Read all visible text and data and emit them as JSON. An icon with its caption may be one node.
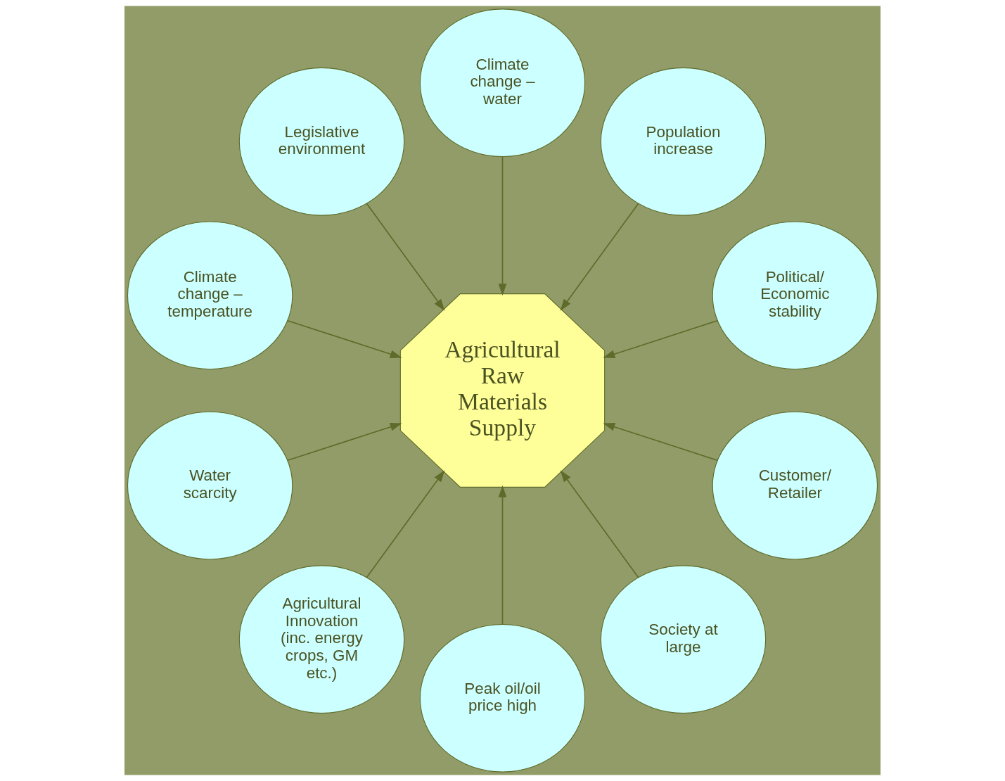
{
  "diagram": {
    "nodes": [
      {
        "text": [
          "Agricultural Raw Materials Supply"
        ]
      },
      {
        "text": [
          "Political/ Economic stability"
        ]
      },
      {
        "text": [
          "Population increase"
        ]
      },
      {
        "text": [
          "Climate change – water"
        ]
      },
      {
        "text": [
          "Legislative environment"
        ]
      },
      {
        "text": [
          "Climate change – temperature"
        ]
      },
      {
        "text": [
          "Water scarcity"
        ]
      },
      {
        "text": [
          "Agricultural Innovation (inc. energy crops, GM etc.)"
        ]
      },
      {
        "text": [
          "Peak oil/oil price high"
        ]
      },
      {
        "text": [
          "Society at large"
        ]
      },
      {
        "text": [
          "Customer/ Retailer"
        ]
      }
    ],
    "edges": [
      {
        "from": 1,
        "to": 0,
        "arrow": "to"
      },
      {
        "from": 2,
        "to": 0,
        "arrow": "to"
      },
      {
        "from": 3,
        "to": 0,
        "arrow": "to"
      },
      {
        "from": 5,
        "to": 0,
        "arrow": "to"
      },
      {
        "from": 4,
        "to": 0,
        "arrow": "to"
      },
      {
        "from": 6,
        "to": 0,
        "arrow": "to"
      },
      {
        "from": 7,
        "to": 0,
        "arrow": "to"
      },
      {
        "from": 8,
        "to": 0,
        "arrow": "to"
      },
      {
        "from": 9,
        "to": 0,
        "arrow": "to"
      },
      {
        "from": 10,
        "to": 0,
        "arrow": "to"
      }
    ]
  }
}
